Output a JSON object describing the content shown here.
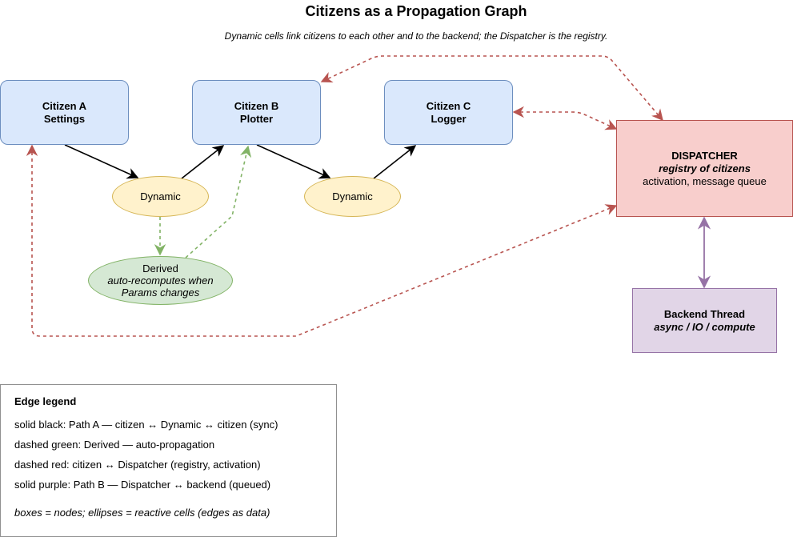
{
  "title": "Citizens as a Propagation Graph",
  "subtitle": "Dynamic cells link citizens to each other and to the backend; the Dispatcher is the registry.",
  "nodes": {
    "citizen_a": {
      "line1": "Citizen A",
      "line2": "Settings"
    },
    "citizen_b": {
      "line1": "Citizen B",
      "line2": "Plotter"
    },
    "citizen_c": {
      "line1": "Citizen C",
      "line2": "Logger"
    },
    "dynamic_1": {
      "label": "Dynamic"
    },
    "dynamic_2": {
      "label": "Dynamic"
    },
    "derived": {
      "line1": "Derived",
      "line2": "auto-recomputes when",
      "line3": "Params changes"
    },
    "dispatcher": {
      "line1": "DISPATCHER",
      "line2": "registry of citizens",
      "line3": "activation, message queue"
    },
    "backend": {
      "line1": "Backend Thread",
      "line2": "async / IO / compute"
    }
  },
  "legend": {
    "title": "Edge legend",
    "items": [
      "solid black: Path A — citizen ↔ Dynamic ↔ citizen (sync)",
      "dashed green: Derived — auto-propagation",
      "dashed red: citizen ↔ Dispatcher (registry, activation)",
      "solid purple: Path B — Dispatcher ↔ backend (queued)"
    ],
    "note": "boxes = nodes; ellipses = reactive cells (edges as data)"
  },
  "colors": {
    "solid_black": "#000000",
    "dashed_green": "#82b366",
    "dashed_red": "#b85450",
    "solid_purple": "#9673a6"
  }
}
